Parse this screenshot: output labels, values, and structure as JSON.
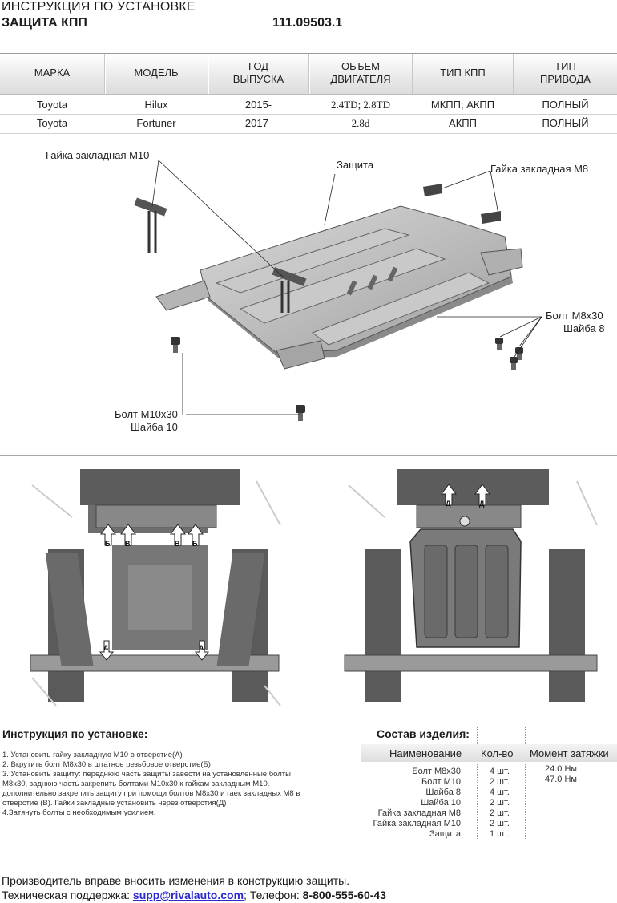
{
  "header": {
    "title": "ИНСТРУКЦИЯ ПО УСТАНОВКЕ",
    "subtitle": "ЗАЩИТА КПП",
    "code": "111.09503.1"
  },
  "spec_table": {
    "headers": [
      "МАРКА",
      "МОДЕЛЬ",
      "ГОД\nВЫПУСКА",
      "ОБЪЕМ\nДВИГАТЕЛЯ",
      "ТИП КПП",
      "ТИП\nПРИВОДА"
    ],
    "rows": [
      [
        "Toyota",
        "Hilux",
        "2015-",
        "2.4TD; 2.8TD",
        "МКПП; АКПП",
        "ПОЛНЫЙ"
      ],
      [
        "Toyota",
        "Fortuner",
        "2017-",
        "2.8d",
        "АКПП",
        "ПОЛНЫЙ"
      ]
    ]
  },
  "diagram_labels": {
    "nut_m10": "Гайка закладная М10",
    "guard": "Защита",
    "nut_m8": "Гайка закладная М8",
    "bolt_m8": "Болт М8х30",
    "washer_8": "Шайба 8",
    "bolt_m10": "Болт М10х30",
    "washer_10": "Шайба 10"
  },
  "photo_markers": {
    "left": [
      "Б",
      "В",
      "В",
      "Б",
      "А",
      "А"
    ],
    "right": [
      "Д",
      "Д"
    ]
  },
  "instructions": {
    "title": "Инструкция по установке:",
    "lines": [
      "1. Установить гайку закладную М10 в отверстие(А)",
      "2. Вкрутить болт М8х30 в штатное резьбовое отверстие(Б)",
      "3. Установить защиту: переднюю часть защиты завести на установленные болты",
      "М8х30, заднюю часть закрепить болтами М10х30 к гайкам закладным М10.",
      "дополнительно закрепить защиту при помощи болтов М8х30 и гаек закладных М8 в",
      "отверстие (В). Гайки закладные установить через отверстия(Д)",
      "4.Затянуть болты с необходимым усилием."
    ]
  },
  "composition": {
    "title": "Состав изделия:",
    "headers": [
      "Наименование",
      "Кол-во",
      "Момент затяжки"
    ],
    "rows": [
      {
        "name": "Болт М8х30",
        "qty": "4 шт.",
        "torque": "24.0 Нм"
      },
      {
        "name": "Болт М10",
        "qty": "2 шт.",
        "torque": "47.0 Нм"
      },
      {
        "name": "Шайба 8",
        "qty": "4 шт.",
        "torque": ""
      },
      {
        "name": "Шайба 10",
        "qty": "2 шт.",
        "torque": ""
      },
      {
        "name": "Гайка закладная М8",
        "qty": "2 шт.",
        "torque": ""
      },
      {
        "name": "Гайка закладная М10",
        "qty": "2 шт.",
        "torque": ""
      },
      {
        "name": "Защита",
        "qty": "1 шт.",
        "torque": ""
      }
    ]
  },
  "footer": {
    "notice": "Производитель вправе вносить изменения в конструкцию защиты.",
    "support_label": "Техническая поддержка:",
    "email": "supp@rivalauto.com",
    "separator": ";",
    "phone_label": "Телефон:",
    "phone": "8-800-555-60-43"
  }
}
